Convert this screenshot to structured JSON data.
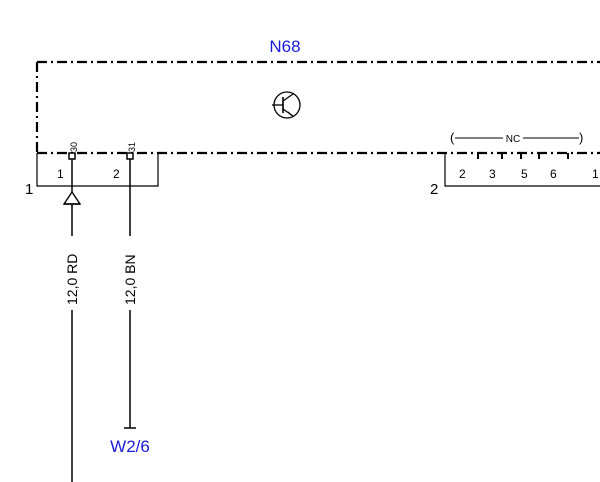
{
  "component": {
    "id": "N68",
    "symbol": "transistor-icon",
    "nc_label": "NC"
  },
  "connector1": {
    "label": "1",
    "pins": [
      "1",
      "2"
    ],
    "terminals": [
      "30",
      "31"
    ]
  },
  "connector2": {
    "label": "2",
    "pins": [
      "2",
      "3",
      "5",
      "6",
      "1"
    ]
  },
  "wires": [
    {
      "spec": "12,0 RD"
    },
    {
      "spec": "12,0 BN",
      "destination": "W2/6"
    }
  ],
  "colors": {
    "reference_text": "#1a1adc",
    "lines": "#000000"
  }
}
